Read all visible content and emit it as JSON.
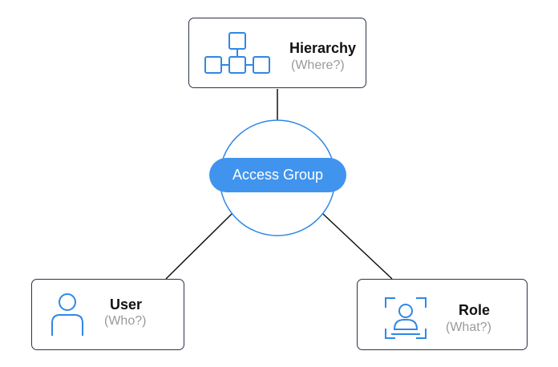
{
  "center": {
    "label": "Access Group"
  },
  "nodes": {
    "hierarchy": {
      "title": "Hierarchy",
      "subtitle": "(Where?)",
      "icon": "hierarchy-icon"
    },
    "user": {
      "title": "User",
      "subtitle": "(Who?)",
      "icon": "user-icon"
    },
    "role": {
      "title": "Role",
      "subtitle": "(What?)",
      "icon": "role-icon"
    }
  },
  "colors": {
    "accent": "#4094ee",
    "icon": "#2f88e6",
    "border": "#2a3347",
    "subtitle": "#9a9a9a"
  }
}
